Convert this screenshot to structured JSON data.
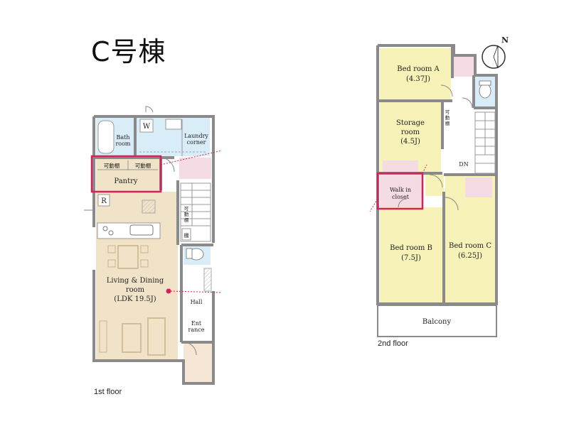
{
  "title": "C号棟",
  "colors": {
    "wall": "#8a8a8a",
    "ldk": "#f1e3c8",
    "bed": "#f6f2b8",
    "wet": "#d9edf8",
    "closet": "#f5dbe3",
    "highlight": "#d8215a",
    "balcony": "#ffffff",
    "entrance": "#f6e6d6"
  },
  "floor1": {
    "caption": "1st floor",
    "bath_label_1": "Bath",
    "bath_label_2": "room",
    "washer_label": "W",
    "laundry_label_1": "Laundry",
    "laundry_label_2": "corner",
    "shelf_left": "可動棚",
    "shelf_right": "可動棚",
    "pantry_label": "Pantry",
    "fridge_label": "R",
    "ldk_label_1": "Living & Dining",
    "ldk_label_2": "room",
    "ldk_label_3": "(LDK 19.5J)",
    "stair_shelf_1": "可",
    "stair_shelf_2": "動",
    "stair_shelf_3": "棚",
    "small_shelf": "棚",
    "hall_label": "Hall",
    "entrance_label_1": "Ent",
    "entrance_label_2": "rance"
  },
  "floor2": {
    "caption": "2nd floor",
    "bed_a_label": "Bed room A",
    "bed_a_size": "(4.37J)",
    "storage_label_1": "Storage",
    "storage_label_2": "room",
    "storage_size": "(4.5J)",
    "storage_shelf_1": "可",
    "storage_shelf_2": "動",
    "storage_shelf_3": "棚",
    "walkin_label_1": "Walk in",
    "walkin_label_2": "closet",
    "dn_label": "DN",
    "bed_b_label": "Bed room B",
    "bed_b_size": "(7.5J)",
    "bed_c_label": "Bed room C",
    "bed_c_size": "(6.25J)",
    "balcony_label": "Balcony"
  },
  "compass": {
    "north_label": "N"
  }
}
